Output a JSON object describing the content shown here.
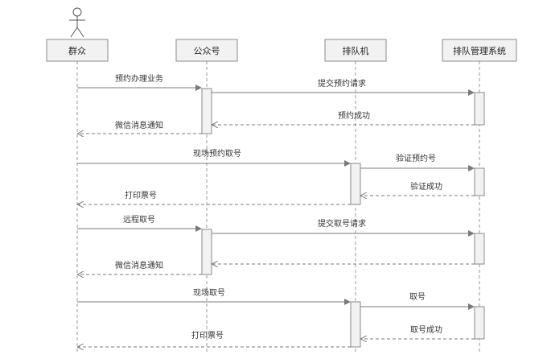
{
  "participants": [
    {
      "id": "p0",
      "label": "群众"
    },
    {
      "id": "p1",
      "label": "公众号"
    },
    {
      "id": "p2",
      "label": "排队机"
    },
    {
      "id": "p3",
      "label": "排队管理系统"
    }
  ],
  "messages": [
    {
      "label": "预约办理业务",
      "from": "p0",
      "to": "p1",
      "type": "solid"
    },
    {
      "label": "提交预约请求",
      "from": "p1",
      "to": "p3",
      "type": "solid"
    },
    {
      "label": "预约成功",
      "from": "p3",
      "to": "p1",
      "type": "dashed"
    },
    {
      "label": "微信消息通知",
      "from": "p1",
      "to": "p0",
      "type": "dashed"
    },
    {
      "label": "现场预约取号",
      "from": "p0",
      "to": "p2",
      "type": "solid"
    },
    {
      "label": "验证预约号",
      "from": "p2",
      "to": "p3",
      "type": "solid"
    },
    {
      "label": "验证成功",
      "from": "p3",
      "to": "p2",
      "type": "dashed"
    },
    {
      "label": "打印票号",
      "from": "p2",
      "to": "p0",
      "type": "dashed"
    },
    {
      "label": "远程取号",
      "from": "p0",
      "to": "p1",
      "type": "solid"
    },
    {
      "label": "提交取号请求",
      "from": "p1",
      "to": "p3",
      "type": "solid"
    },
    {
      "label": "",
      "from": "p3",
      "to": "p1",
      "type": "dashed"
    },
    {
      "label": "微信消息通知",
      "from": "p1",
      "to": "p0",
      "type": "dashed"
    },
    {
      "label": "现场取号",
      "from": "p0",
      "to": "p2",
      "type": "solid"
    },
    {
      "label": "取号",
      "from": "p2",
      "to": "p3",
      "type": "solid"
    },
    {
      "label": "取号成功",
      "from": "p3",
      "to": "p2",
      "type": "dashed"
    },
    {
      "label": "打印票号",
      "from": "p2",
      "to": "p0",
      "type": "dashed"
    }
  ],
  "colors": {
    "line": "#7a7a7a",
    "box_fill": "#f2f2f2",
    "box_stroke": "#8a8a8a",
    "text": "#333333"
  }
}
